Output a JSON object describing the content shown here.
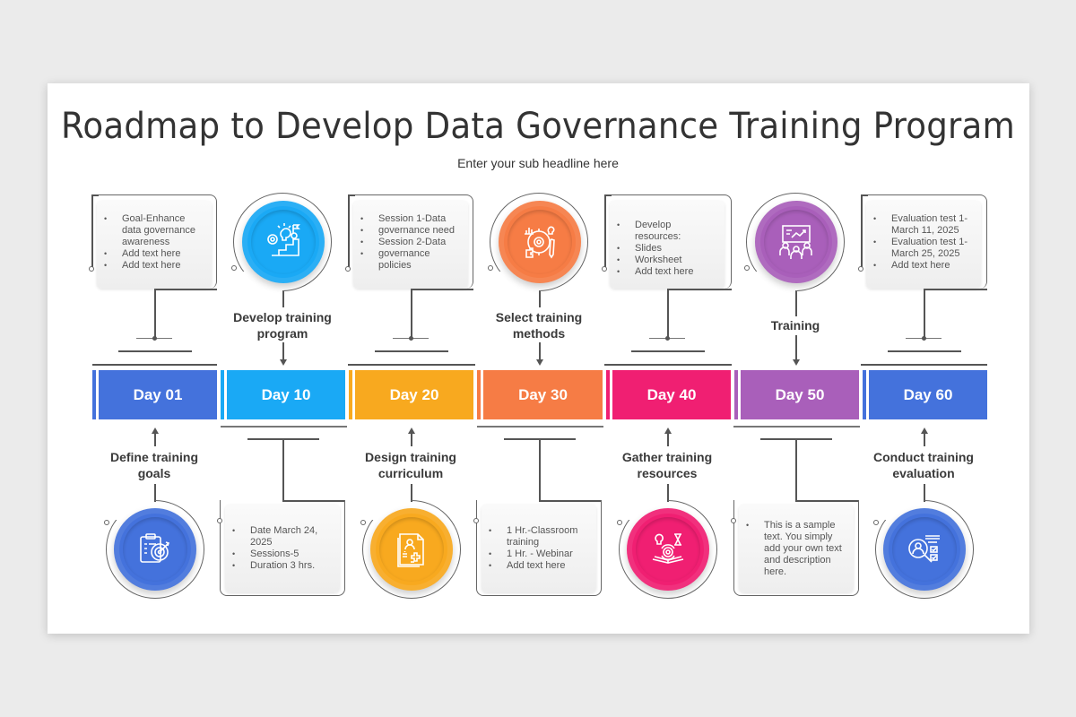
{
  "header": {
    "title": "Roadmap to Develop Data Governance Training Program",
    "subtitle": "Enter your sub headline here"
  },
  "milestones": [
    {
      "day": "Day 01",
      "label_line1": "Define training",
      "label_line2": "goals",
      "color": "#4472dc",
      "icon": "clipboard-target-icon",
      "position": "top-card",
      "card_items": [
        "Goal-Enhance data governance awareness",
        "Add text here",
        "Add text here"
      ]
    },
    {
      "day": "Day 10",
      "label_line1": "Develop training",
      "label_line2": "program",
      "color": "#1aa9f5",
      "icon": "stairs-lightbulb-gear-icon",
      "position": "bottom-card",
      "card_items": [
        "Date March 24, 2025",
        "Sessions-5",
        "Duration 3 hrs."
      ]
    },
    {
      "day": "Day 20",
      "label_line1": "Design training",
      "label_line2": "curriculum",
      "color": "#f8a91f",
      "icon": "document-medical-plan-icon",
      "position": "top-card",
      "card_items": [
        "Session 1-Data",
        "governance need",
        "Session 2-Data",
        "governance policies"
      ]
    },
    {
      "day": "Day 30",
      "label_line1": "Select training",
      "label_line2": "methods",
      "color": "#f67c45",
      "icon": "strategy-puzzle-pencil-icon",
      "position": "bottom-card",
      "card_items": [
        "1 Hr.-Classroom training",
        "1 Hr. - Webinar",
        "Add text here"
      ]
    },
    {
      "day": "Day 40",
      "label_line1": "Gather training",
      "label_line2": "resources",
      "color": "#f01f72",
      "icon": "book-lightbulb-hourglass-icon",
      "position": "top-card",
      "card_items": [
        "Develop resources:",
        "Slides",
        "Worksheet",
        "Add text here"
      ]
    },
    {
      "day": "Day 50",
      "label_line1": "Training",
      "label_line2": "",
      "color": "#a95fba",
      "icon": "presentation-meeting-icon",
      "position": "bottom-card",
      "card_items": [
        "This is a sample text. You simply add your own text and description here."
      ]
    },
    {
      "day": "Day 60",
      "label_line1": "Conduct training",
      "label_line2": "evaluation",
      "color": "#4472dc",
      "icon": "magnifier-checklist-icon",
      "position": "top-card",
      "card_items": [
        "Evaluation test 1- March 11, 2025",
        "Evaluation test 1- March 25, 2025",
        "Add text here"
      ]
    }
  ]
}
